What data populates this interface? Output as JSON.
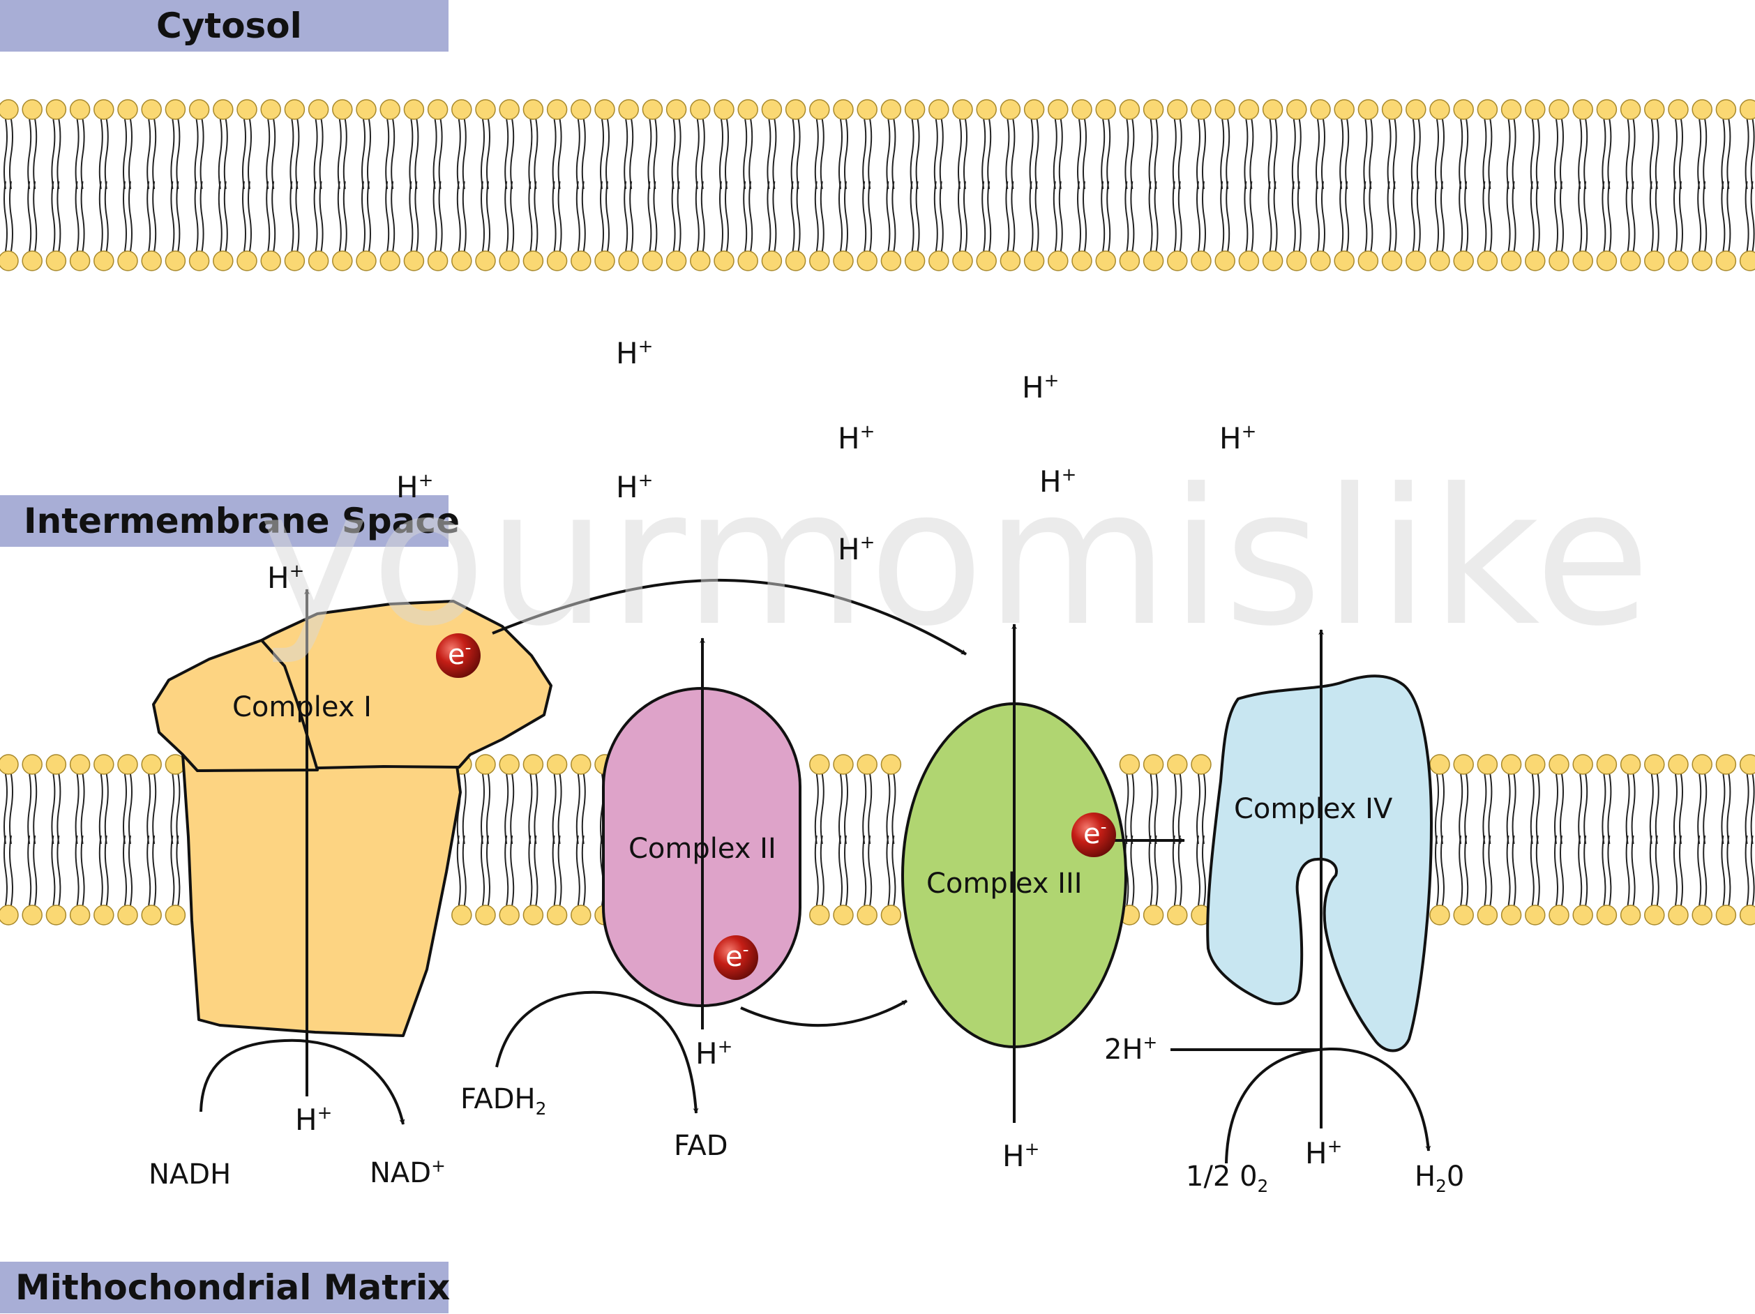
{
  "regions": {
    "cytosol": "Cytosol",
    "intermembrane": "Intermembrane Space",
    "matrix": "Mithochondrial Matrix"
  },
  "watermark": "yourmomislike",
  "complexes": {
    "c1": "Complex I",
    "c2": "Complex II",
    "c3": "Complex III",
    "c4": "Complex IV"
  },
  "proton": {
    "base": "H",
    "charge": "+"
  },
  "electron": {
    "base": "e",
    "charge": "-"
  },
  "molecules": {
    "nadh": "NADH",
    "nad_base": "NAD",
    "nad_charge": "+",
    "fadh_base": "FADH",
    "fadh_sub": "2",
    "fad": "FAD",
    "two_h_base": "2H",
    "two_h_charge": "+",
    "o2_base": "1/2 0",
    "o2_sub": "2",
    "h2o_base": "H",
    "h2o_sub": "2",
    "h2o_tail": "0"
  },
  "colors": {
    "region_label_bg": "#a8aed6",
    "lipid_head": "#fad873",
    "complex1": "#fdd482",
    "complex2": "#dea3c9",
    "complex3": "#b0d571",
    "complex4": "#c8e6f1",
    "electron": "#c41e16"
  }
}
